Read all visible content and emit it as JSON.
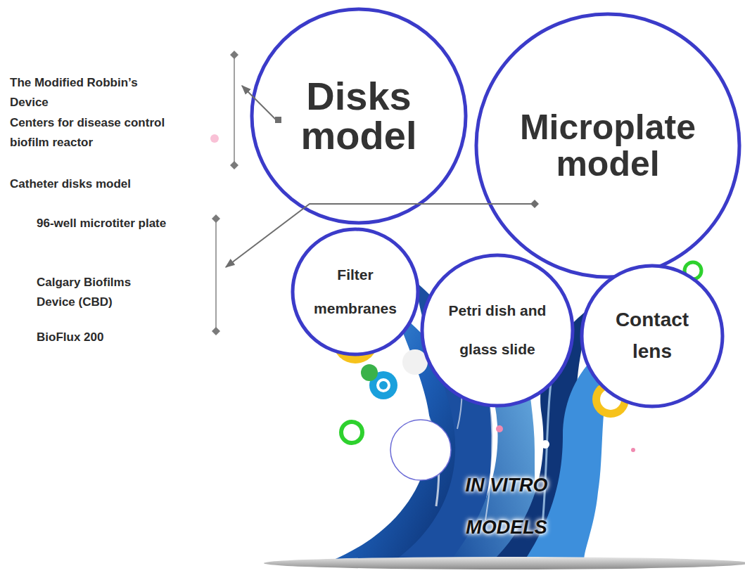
{
  "diagram": {
    "nodes": [
      {
        "text": [
          "Disks model"
        ]
      },
      {
        "text": [
          "Microplate model"
        ]
      },
      {
        "text": [
          "Filter membranes"
        ]
      },
      {
        "text": [
          "Petri dish and glass slide"
        ]
      },
      {
        "text": [
          "Contact lens"
        ]
      }
    ],
    "labels": [
      "The Modified Robbin’s Device",
      "Centers for disease control biofilm reactor",
      "Catheter disks model",
      "96-well microtiter plate",
      "Calgary Biofilms Device (CBD)",
      "BioFlux 200",
      "IN VITRO MODELS"
    ]
  }
}
